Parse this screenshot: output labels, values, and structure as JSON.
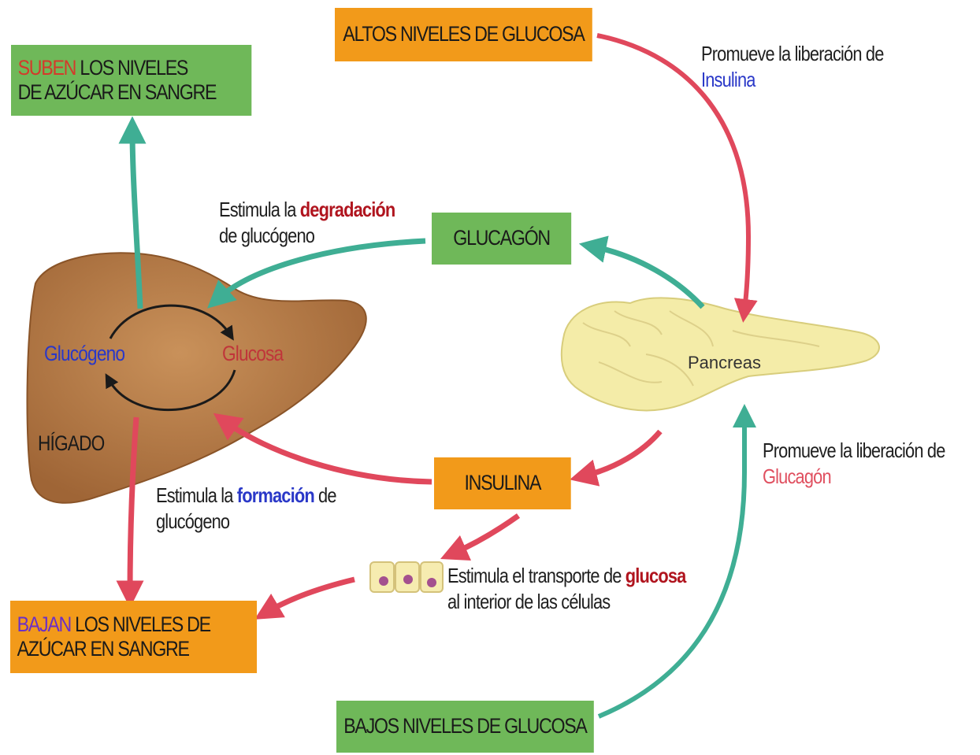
{
  "boxes": {
    "altos": "ALTOS NIVELES DE GLUCOSA",
    "suben_prefix": "SUBEN",
    "suben_line1_rest": " LOS NIVELES",
    "suben_line2": "DE AZÚCAR EN SANGRE",
    "glucagon": "GLUCAGÓN",
    "insulina": "INSULINA",
    "bajan_prefix": "BAJAN",
    "bajan_line1_rest": " LOS NIVELES DE",
    "bajan_line2": "AZÚCAR EN SANGRE",
    "bajos": "BAJOS NIVELES DE GLUCOSA"
  },
  "annotations": {
    "promueve_insulina_line1": "Promueve la liberación de",
    "promueve_insulina_line2": "Insulina",
    "promueve_glucagon_line1": "Promueve la liberación de",
    "promueve_glucagon_line2": "Glucagón",
    "degradacion_pre": "Estimula la ",
    "degradacion_word": "degradación",
    "degradacion_line2": "de glucógeno",
    "formacion_pre": "Estimula la ",
    "formacion_word": "formación",
    "formacion_post": " de",
    "formacion_line2": "glucógeno",
    "transporte_pre": "Estimula el transporte de ",
    "transporte_word": "glucosa",
    "transporte_line2": "al interior de las células"
  },
  "liver": {
    "glucogeno": "Glucógeno",
    "glucosa": "Glucosa",
    "name": "HÍGADO"
  },
  "pancreas": {
    "name": "Pancreas"
  },
  "colors": {
    "orange_box": "#f29a1a",
    "green_box": "#6fb859",
    "teal_arrow": "#3fae94",
    "red_arrow": "#e0485c",
    "liver": "#b87a45",
    "pancreas": "#f4eca8"
  }
}
